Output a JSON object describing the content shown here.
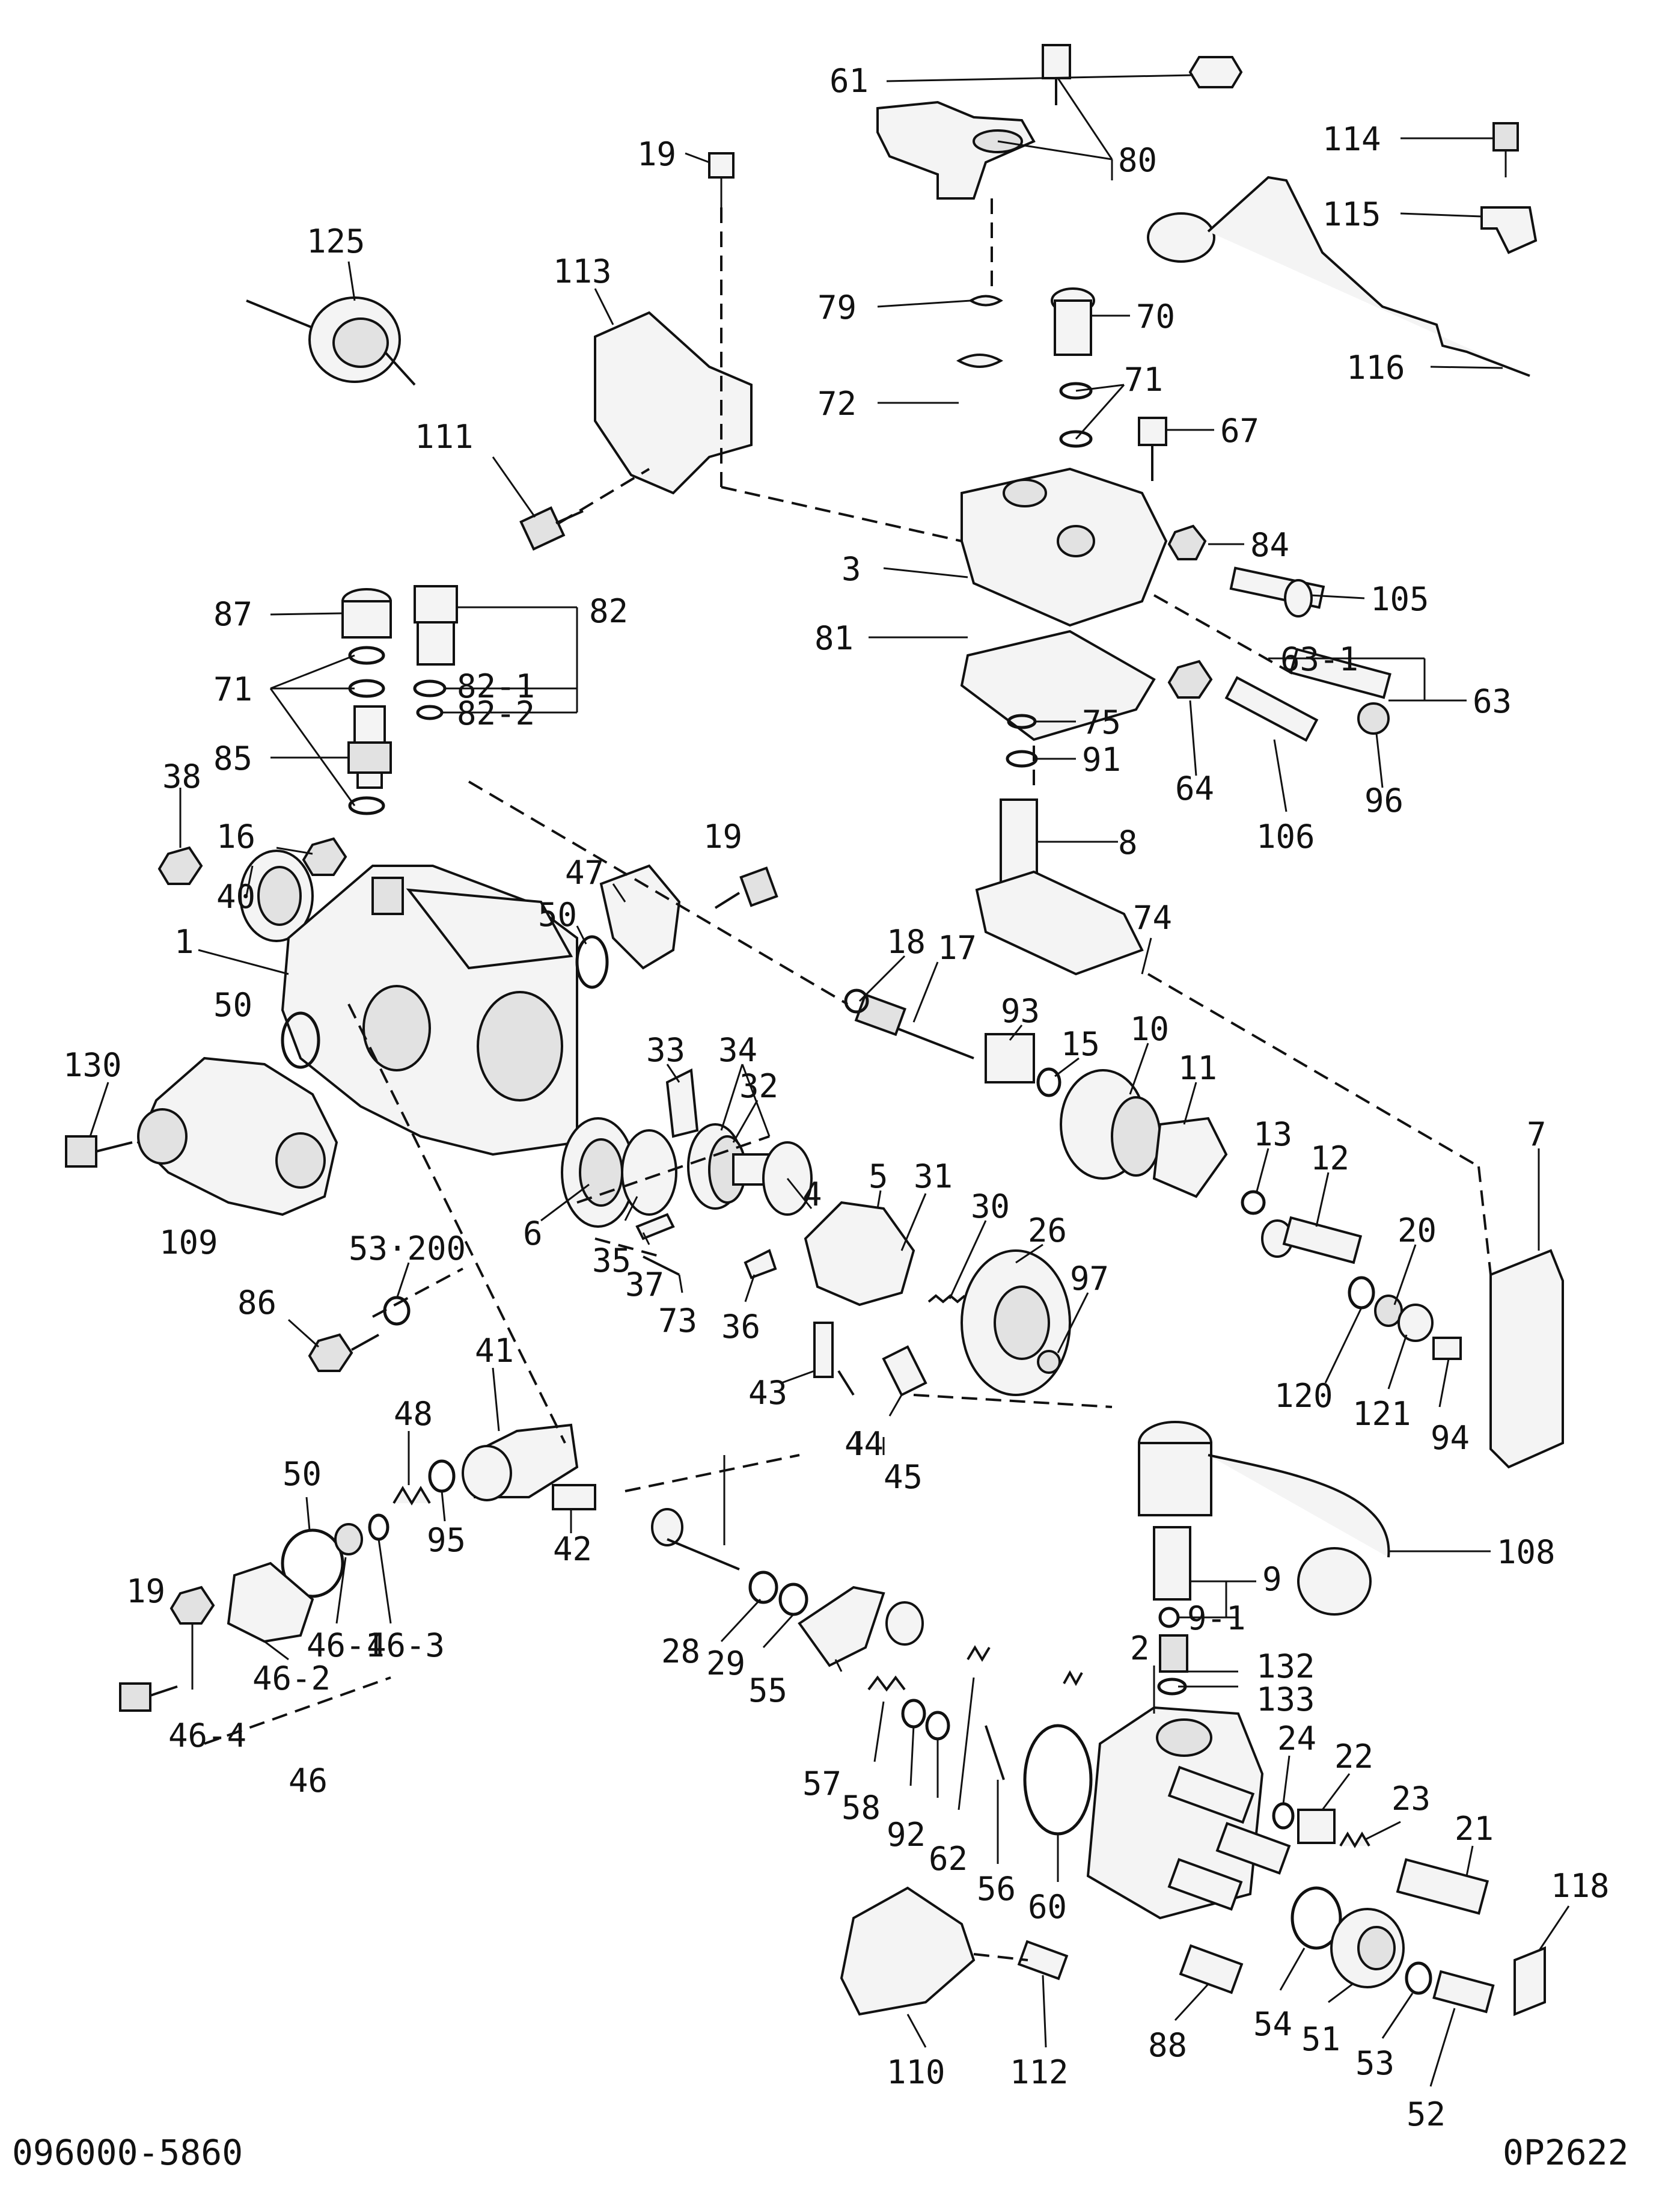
{
  "footer": {
    "left_code": "096000-5860",
    "right_code": "0P2622"
  },
  "labels": {
    "61": "61",
    "80": "80",
    "19": "19",
    "114": "114",
    "115": "115",
    "125": "125",
    "113": "113",
    "79": "79",
    "70": "70",
    "116": "116",
    "72": "72",
    "71": "71",
    "67": "67",
    "111": "111",
    "84": "84",
    "3": "3",
    "105": "105",
    "87": "87",
    "82": "82",
    "82-1": "82-1",
    "82-2": "82-2",
    "81": "81",
    "63-1": "63-1",
    "63": "63",
    "75": "75",
    "85": "85",
    "91": "91",
    "64": "64",
    "106": "106",
    "96": "96",
    "38": "38",
    "16": "16",
    "40": "40",
    "47": "47",
    "8": "8",
    "74": "74",
    "50": "50",
    "1": "1",
    "18": "18",
    "17": "17",
    "93": "93",
    "15": "15",
    "10": "10",
    "33": "33",
    "34": "34",
    "130": "130",
    "32": "32",
    "11": "11",
    "13": "13",
    "12": "12",
    "7": "7",
    "5": "5",
    "31": "31",
    "4": "4",
    "30": "30",
    "26": "26",
    "20": "20",
    "6": "6",
    "35": "35",
    "37": "37",
    "109": "109",
    "53-200": "53·200",
    "97": "97",
    "86": "86",
    "73": "73",
    "36": "36",
    "120": "120",
    "121": "121",
    "94": "94",
    "43": "43",
    "41": "41",
    "48": "48",
    "44": "44",
    "45": "45",
    "95": "95",
    "42": "42",
    "108": "108",
    "9": "9",
    "9-1": "9-1",
    "46-1": "46-1",
    "46-3": "46-3",
    "28": "28",
    "29": "29",
    "46-2": "46-2",
    "2": "2",
    "132": "132",
    "133": "133",
    "55": "55",
    "46-4": "46-4",
    "46": "46",
    "24": "24",
    "22": "22",
    "23": "23",
    "57": "57",
    "58": "58",
    "92": "92",
    "62": "62",
    "21": "21",
    "56": "56",
    "60": "60",
    "118": "118",
    "54": "54",
    "51": "51",
    "110": "110",
    "112": "112",
    "88": "88",
    "53": "53",
    "52": "52"
  }
}
